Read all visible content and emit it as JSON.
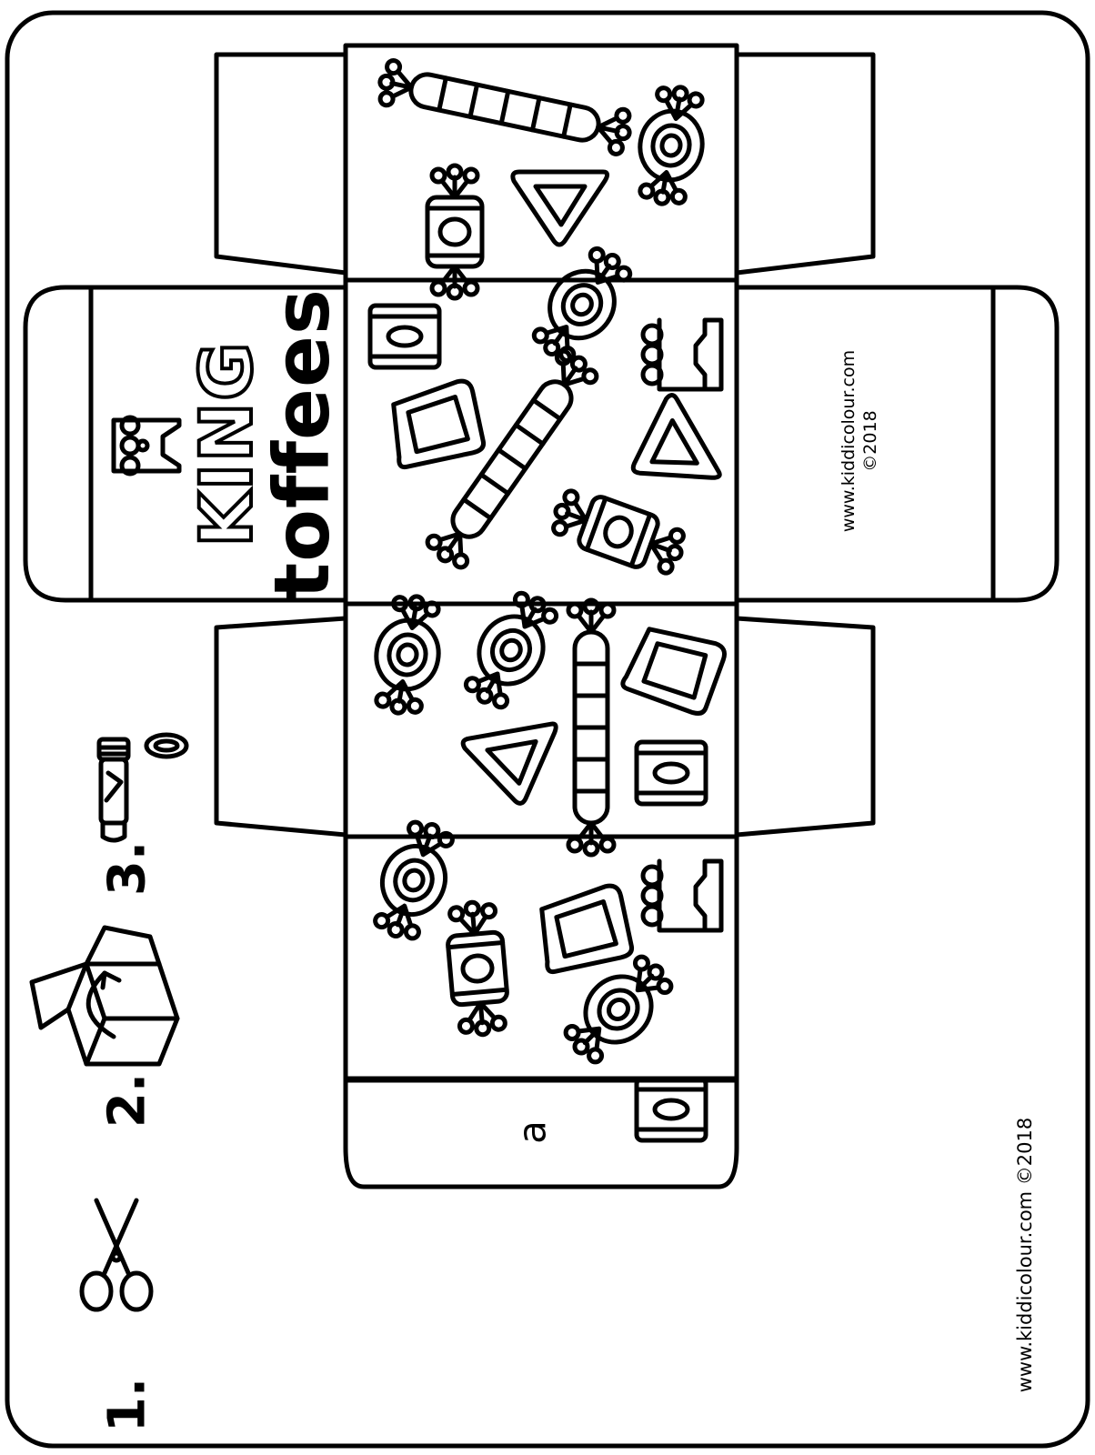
{
  "brand": {
    "line1": "KING",
    "line2": "toffees"
  },
  "steps": [
    {
      "number": "1.",
      "icon": "scissors-icon"
    },
    {
      "number": "2.",
      "icon": "fold-box-icon"
    },
    {
      "number": "3.",
      "icon": "glue-stick-icon"
    }
  ],
  "side_panel": {
    "url": "www.kiddicolour.com",
    "copyright": "©2018"
  },
  "glue_tab": {
    "letter": "a"
  },
  "footer": {
    "credit": "www.kiddicolour.com ©2018"
  },
  "colors": {
    "ink": "#000000",
    "paper": "#ffffff"
  }
}
